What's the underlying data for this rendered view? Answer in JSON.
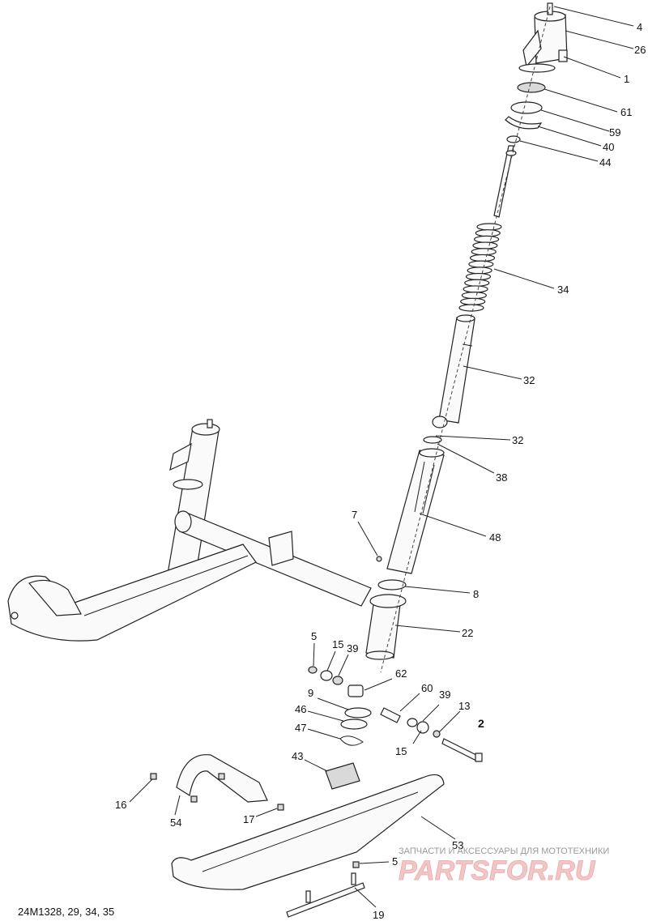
{
  "figure_code": "24M1328, 29, 34, 35",
  "watermark": {
    "tagline": "ЗАПЧАСТИ И АКСЕССУАРЫ ДЛЯ МОТОТЕХНИКИ",
    "brand": "PARTSFOR.RU"
  },
  "callouts": [
    "4",
    "26",
    "1",
    "61",
    "59",
    "40",
    "44",
    "34",
    "32",
    "32",
    "38",
    "7",
    "48",
    "8",
    "22",
    "5",
    "15",
    "39",
    "62",
    "60",
    "39",
    "9",
    "46",
    "47",
    "13",
    "2",
    "15",
    "43",
    "16",
    "54",
    "17",
    "53",
    "5",
    "19"
  ]
}
